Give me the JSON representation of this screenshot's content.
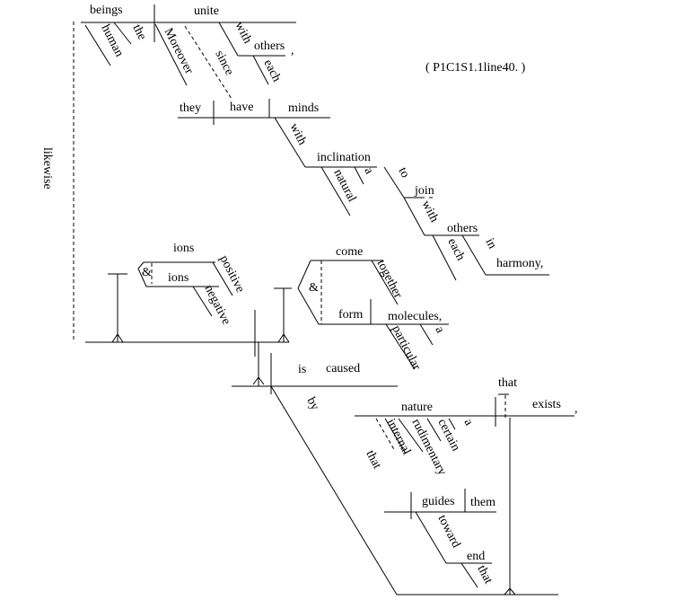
{
  "reference_label": "( P1C1S1.1line40. )",
  "words": {
    "beings": "beings",
    "human": "human",
    "the": "the",
    "unite": "unite",
    "moreover": "Moreover",
    "since": "since",
    "with1": "with",
    "others1": "others",
    "comma1": ",",
    "each1": "each",
    "they": "they",
    "have": "have",
    "minds": "minds",
    "with2": "with",
    "inclination": "inclination",
    "natural": "natural",
    "a1": "a",
    "to": "to",
    "join": "join",
    "with3": "with",
    "others2": "others",
    "each2": "each",
    "in": "in",
    "harmony": "harmony,",
    "likewise": "likewise",
    "ions1": "ions",
    "amp1": "&",
    "ions2": "ions",
    "positive": "positive",
    "negative": "negative",
    "come": "come",
    "amp2": "&",
    "together": "together",
    "form": "form",
    "molecules": "molecules,",
    "a2": "a",
    "particular": "particular",
    "is": "is",
    "caused": "caused",
    "by": "by",
    "nature": "nature",
    "a3": "a",
    "certain": "certain",
    "rudimentary": "rudimentary",
    "internal": "internal",
    "that1": "that",
    "that2": "that",
    "exists": "exists",
    "comma2": ",",
    "guides": "guides",
    "them": "them",
    "toward": "toward",
    "end": "end",
    "that3": "that"
  }
}
